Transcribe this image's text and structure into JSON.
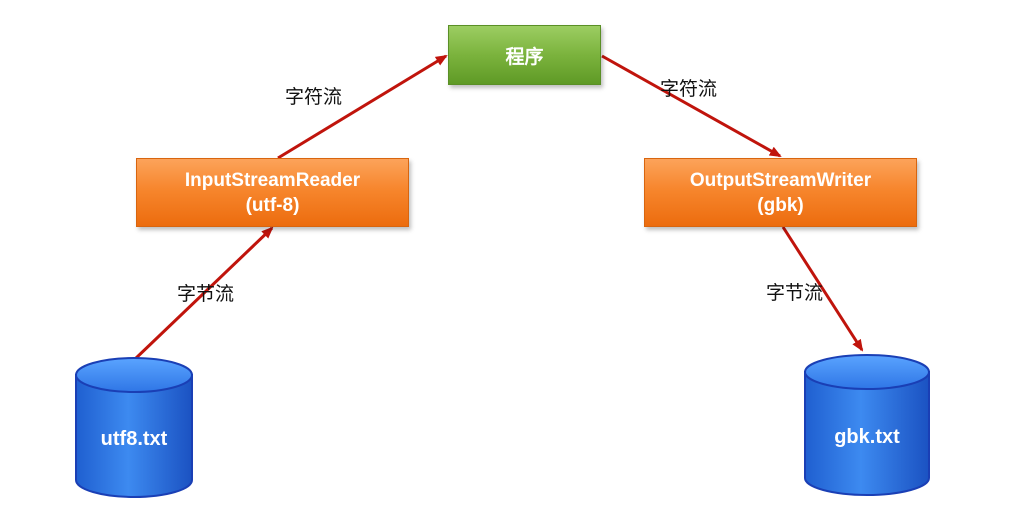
{
  "nodes": {
    "program": {
      "label": "程序"
    },
    "reader": {
      "line1": "InputStreamReader",
      "line2": "(utf-8)"
    },
    "writer": {
      "line1": "OutputStreamWriter",
      "line2": "(gbk)"
    },
    "source_file": {
      "label": "utf8.txt"
    },
    "target_file": {
      "label": "gbk.txt"
    }
  },
  "edges": {
    "file_to_reader": "字节流",
    "reader_to_program": "字符流",
    "program_to_writer": "字符流",
    "writer_to_file": "字节流"
  },
  "colors": {
    "arrow": "#c0140c",
    "node_orange": "#f7862d",
    "node_green": "#7bb33d",
    "cylinder_blue": "#2a6fd9",
    "cylinder_border": "#1a3fb5"
  }
}
